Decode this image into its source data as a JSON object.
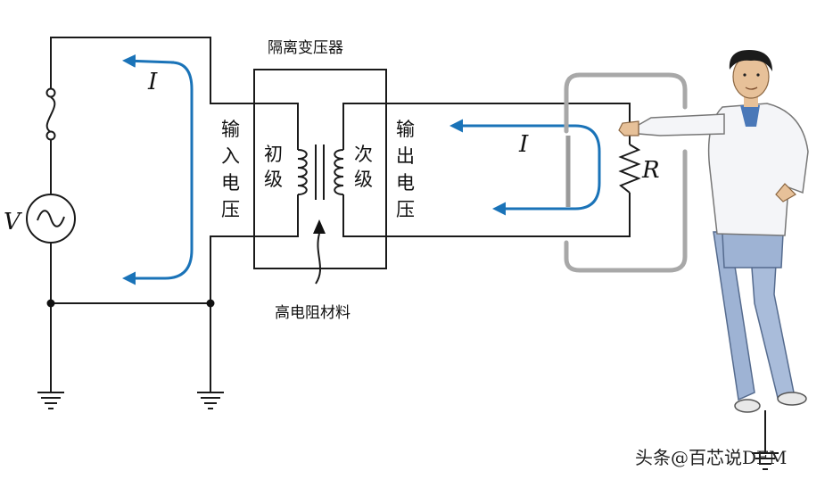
{
  "labels": {
    "transformer_title": "隔离变压器",
    "input_voltage": [
      "输",
      "入",
      "电",
      "压"
    ],
    "output_voltage": [
      "输",
      "出",
      "电",
      "压"
    ],
    "primary": [
      "初",
      "级"
    ],
    "secondary": [
      "次",
      "级"
    ],
    "insulation_material": "高电阻材料",
    "source_symbol": "V",
    "current_left": "I",
    "current_right": "I",
    "resistor_symbol": "R",
    "watermark": "头条@百芯说DFM"
  },
  "colors": {
    "current_arrow": "#1a73b8",
    "wire": "#1a1a1a",
    "hand_loop": "#a8a8a8"
  }
}
